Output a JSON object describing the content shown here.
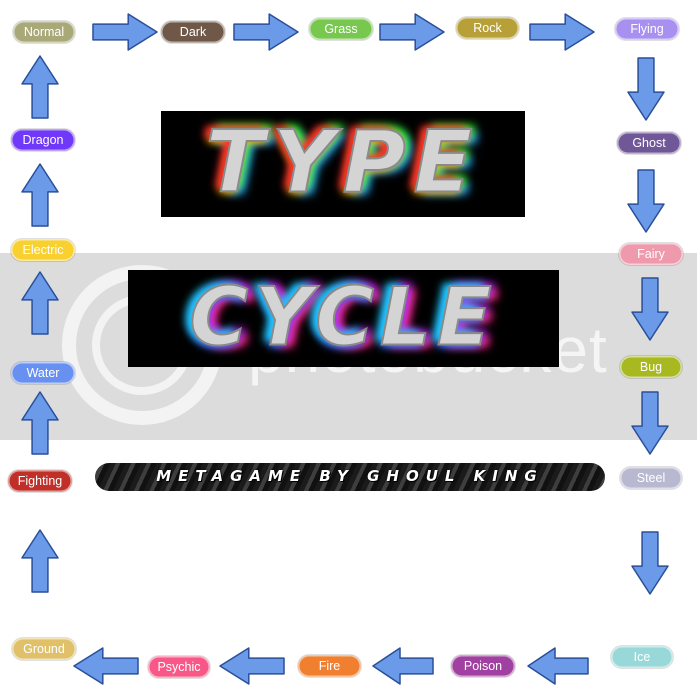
{
  "watermark": {
    "text": "photobucket"
  },
  "banners": {
    "title_top": "TYPE",
    "title_bottom": "CYCLE",
    "byline": "METAGAME BY GHOUL KING"
  },
  "types": [
    {
      "id": "normal",
      "label": "Normal",
      "color": "#a8a878"
    },
    {
      "id": "dark",
      "label": "Dark",
      "color": "#705848"
    },
    {
      "id": "grass",
      "label": "Grass",
      "color": "#78c850"
    },
    {
      "id": "rock",
      "label": "Rock",
      "color": "#b8a038"
    },
    {
      "id": "flying",
      "label": "Flying",
      "color": "#a890f0"
    },
    {
      "id": "ghost",
      "label": "Ghost",
      "color": "#705898"
    },
    {
      "id": "fairy",
      "label": "Fairy",
      "color": "#ee99ac"
    },
    {
      "id": "bug",
      "label": "Bug",
      "color": "#a8b820"
    },
    {
      "id": "steel",
      "label": "Steel",
      "color": "#b8b8d0"
    },
    {
      "id": "ice",
      "label": "Ice",
      "color": "#98d8d8"
    },
    {
      "id": "poison",
      "label": "Poison",
      "color": "#a040a0"
    },
    {
      "id": "fire",
      "label": "Fire",
      "color": "#f08030"
    },
    {
      "id": "psychic",
      "label": "Psychic",
      "color": "#f85888"
    },
    {
      "id": "ground",
      "label": "Ground",
      "color": "#e0c068"
    },
    {
      "id": "fighting",
      "label": "Fighting",
      "color": "#c03028"
    },
    {
      "id": "water",
      "label": "Water",
      "color": "#6890f0"
    },
    {
      "id": "electric",
      "label": "Electric",
      "color": "#f8d030"
    },
    {
      "id": "dragon",
      "label": "Dragon",
      "color": "#7038f8"
    }
  ],
  "arrow_color": "#6a9ae8"
}
